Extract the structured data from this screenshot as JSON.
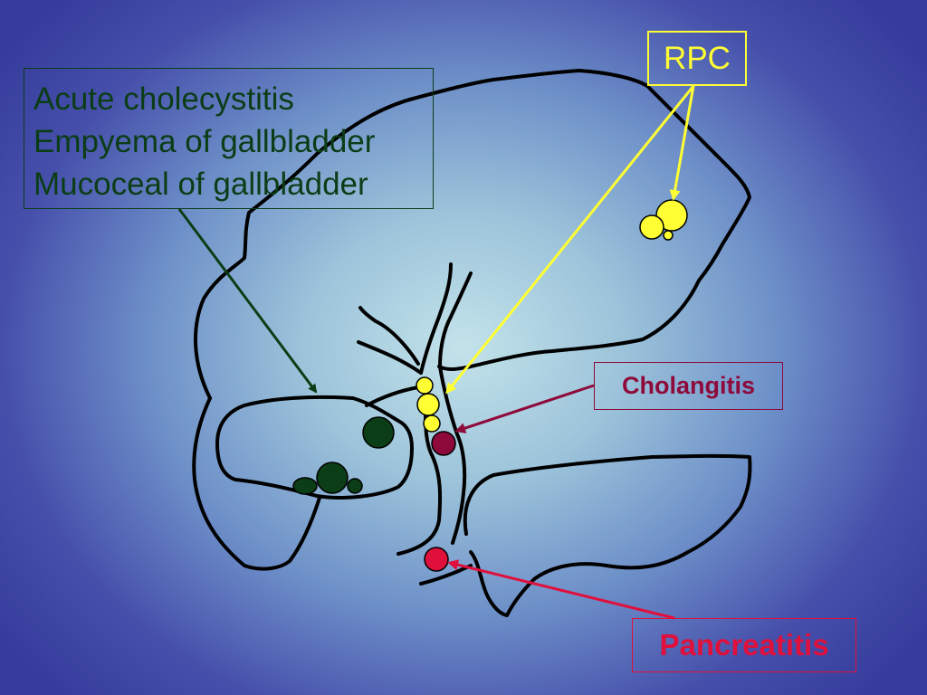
{
  "labels": {
    "gallbladder_conditions": [
      "Acute cholecystitis",
      "Empyema of gallbladder",
      "Mucoceal of gallbladder"
    ],
    "rpc": "RPC",
    "cholangitis": "Cholangitis",
    "pancreatitis": "Pancreatitis"
  },
  "colors": {
    "outline": "#000000",
    "gallbladder_stone": "#0b3d16",
    "rpc_stone": "#ffff33",
    "cholangitis": "#8e0a3a",
    "pancreatitis": "#e0103c"
  }
}
